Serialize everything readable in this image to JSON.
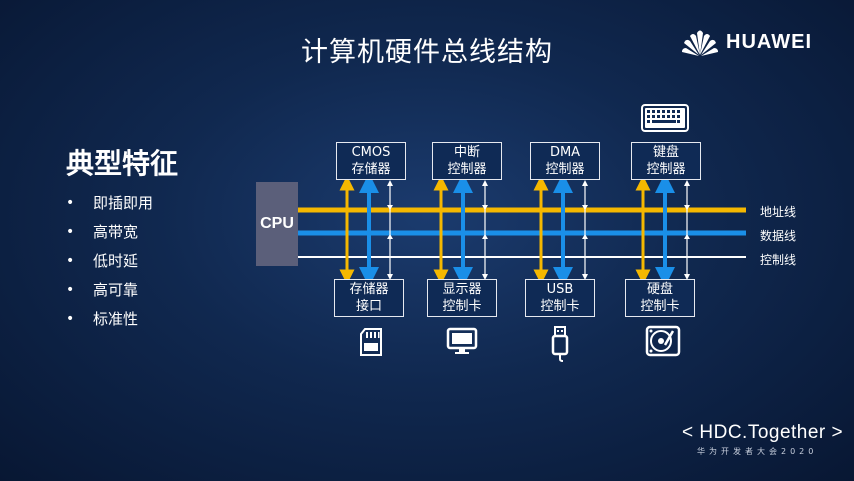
{
  "slide": {
    "title": "计算机硬件总线结构",
    "brand": "HUAWEI",
    "footer_main": "< HDC.Together >",
    "footer_sub": "华为开发者大会2020"
  },
  "features": {
    "heading": "典型特征",
    "items": [
      "即插即用",
      "高带宽",
      "低时延",
      "高可靠",
      "标准性"
    ]
  },
  "diagram": {
    "cpu_label": "CPU",
    "bus_labels": {
      "address": "地址线",
      "data": "数据线",
      "control": "控制线"
    },
    "top_boxes": [
      {
        "line1": "CMOS",
        "line2": "存储器"
      },
      {
        "line1": "中断",
        "line2": "控制器"
      },
      {
        "line1": "DMA",
        "line2": "控制器"
      },
      {
        "line1": "键盘",
        "line2": "控制器"
      }
    ],
    "bottom_boxes": [
      {
        "line1": "存储器",
        "line2": "接口"
      },
      {
        "line1": "显示器",
        "line2": "控制卡"
      },
      {
        "line1": "USB",
        "line2": "控制卡"
      },
      {
        "line1": "硬盘",
        "line2": "控制卡"
      }
    ],
    "icons": [
      "keyboard-icon",
      "sd-card-icon",
      "monitor-icon",
      "usb-drive-icon",
      "hard-disk-icon"
    ],
    "colors": {
      "address": "#f5b800",
      "data": "#1a8fe8",
      "control": "#ffffff"
    }
  }
}
